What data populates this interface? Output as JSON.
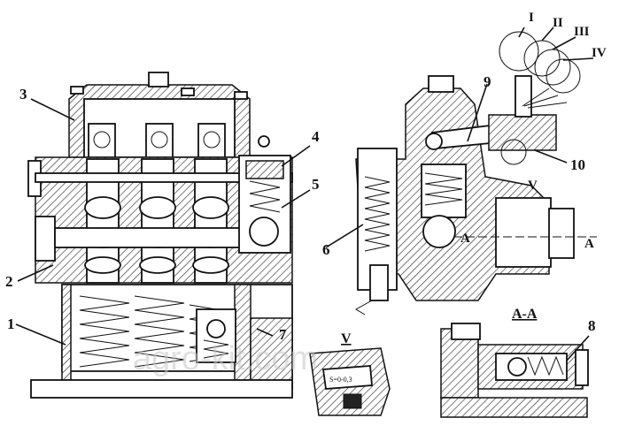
{
  "diagram": {
    "callouts": {
      "c1": "1",
      "c2": "2",
      "c3": "3",
      "c4": "4",
      "c5": "5",
      "c6": "6",
      "c7": "7",
      "c8": "8",
      "c9": "9",
      "c10": "10"
    },
    "positions": {
      "p1": "I",
      "p2": "II",
      "p3": "III",
      "p4": "IV"
    },
    "section_label": "A-A",
    "section_marker": "A",
    "section_marker_arrow": "A",
    "detail_label": "V",
    "detail_label_view": "V",
    "gap_note": "S=0-0,3"
  },
  "watermark": "agro-kit.com"
}
